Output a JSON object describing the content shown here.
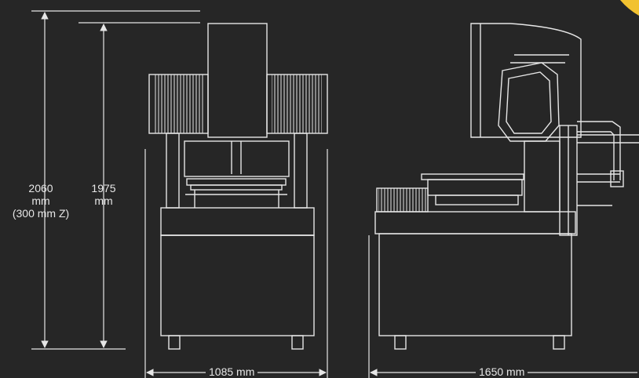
{
  "colors": {
    "background": "#262626",
    "line": "#e6e6e6",
    "corner_accent": "#f2c230"
  },
  "dimensions": {
    "overall_height": {
      "value": "2060",
      "unit": "mm",
      "note": "(300 mm Z)"
    },
    "base_height": {
      "value": "1975",
      "unit": "mm"
    },
    "width": "1085 mm",
    "depth": "1650 mm"
  },
  "views": [
    "front-view",
    "side-view"
  ]
}
